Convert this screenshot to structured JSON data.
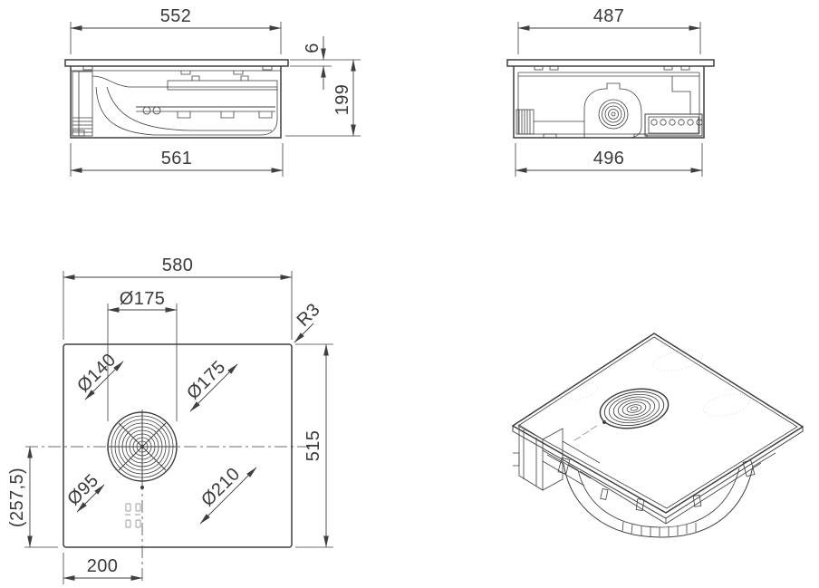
{
  "colors": {
    "background": "#ffffff",
    "ink": "#3f3f3f"
  },
  "views": {
    "front_section": {
      "dim_top_width": "552",
      "dim_glass_thickness": "6",
      "dim_height": "199",
      "dim_bottom_width": "561"
    },
    "side_section": {
      "dim_top_width": "487",
      "dim_bottom_width": "496"
    },
    "plan": {
      "dim_overall_width": "580",
      "dim_vent_cutout": "Ø175",
      "dim_corner_radius": "R3",
      "dim_zone_rear_left": "Ø140",
      "dim_zone_rear_right": "Ø175",
      "dim_zone_front_left": "Ø95",
      "dim_zone_front_right": "Ø210",
      "dim_overall_depth": "515",
      "dim_half_depth": "(257,5)",
      "dim_vent_offset": "200"
    },
    "perspective": {}
  }
}
